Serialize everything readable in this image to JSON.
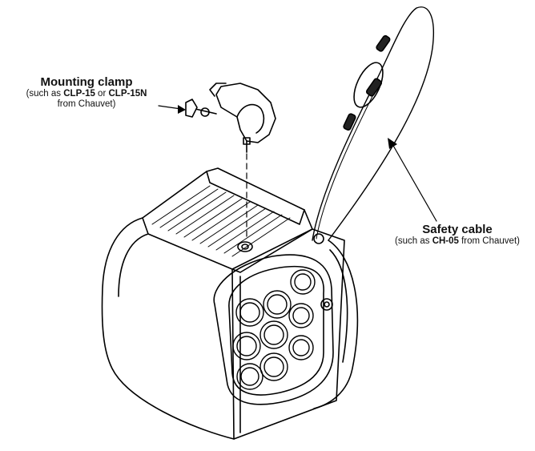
{
  "labels": {
    "mounting_clamp": {
      "title": "Mounting clamp",
      "note_line1_prefix": "(such as ",
      "note_line1_model_a": "CLP-15",
      "note_line1_mid": " or ",
      "note_line1_model_b": "CLP-15N",
      "note_line2": "from Chauvet)"
    },
    "safety_cable": {
      "title": "Safety cable",
      "note_prefix": "(such as ",
      "note_model": "CH-05",
      "note_suffix": " from Chauvet)"
    }
  },
  "icons": {
    "clamp": "mounting-clamp-icon",
    "cable": "safety-cable-icon",
    "fixture": "led-fixture-icon"
  },
  "colors": {
    "line": "#000000",
    "background": "#ffffff"
  }
}
